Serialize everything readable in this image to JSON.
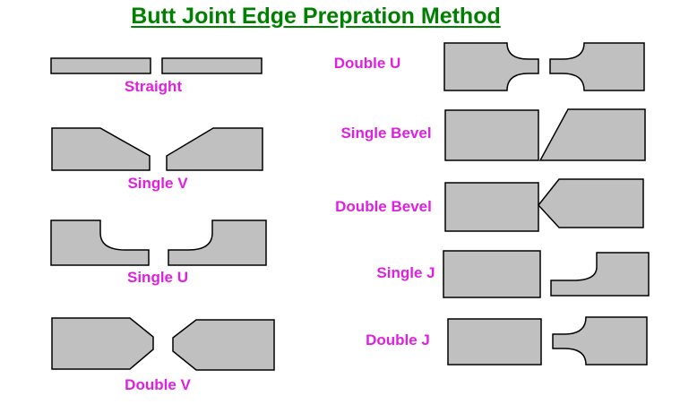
{
  "title": "Butt Joint Edge Prepration Method",
  "colors": {
    "title": "#008000",
    "label": "#e020e0",
    "fill": "#c0c0c0",
    "stroke": "#000000"
  },
  "joints": [
    {
      "id": "straight",
      "label": "Straight"
    },
    {
      "id": "single-v",
      "label": "Single V"
    },
    {
      "id": "single-u",
      "label": "Single U"
    },
    {
      "id": "double-v",
      "label": "Double V"
    },
    {
      "id": "double-u",
      "label": "Double U"
    },
    {
      "id": "single-bevel",
      "label": "Single Bevel"
    },
    {
      "id": "double-bevel",
      "label": "Double Bevel"
    },
    {
      "id": "single-j",
      "label": "Single J"
    },
    {
      "id": "double-j",
      "label": "Double J"
    }
  ]
}
